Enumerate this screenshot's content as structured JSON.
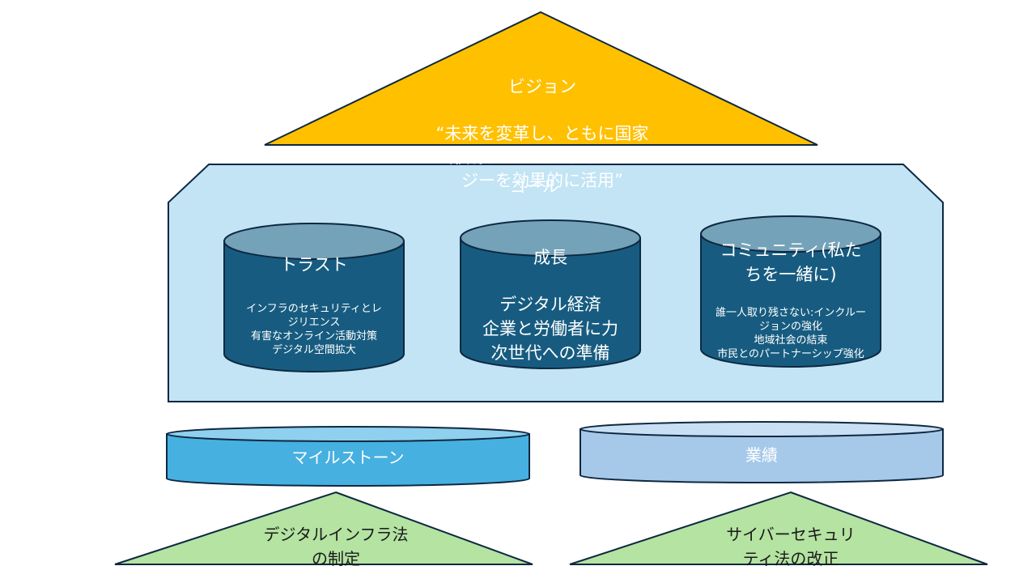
{
  "vision": {
    "title": "ビジョン",
    "statement": "“未来を変革し、ともに国家\nを形成するために、テクノロ\nジーを効果的に活用”"
  },
  "goal": {
    "title": "ゴール",
    "pillars": [
      {
        "title": "トラスト",
        "body": "インフラのセキュリティとレ\nジリエンス\n有害なオンライン活動対策\nデジタル空間拡大"
      },
      {
        "title": "成長",
        "body": "デジタル経済\n企業と労働者に力\n次世代への準備"
      },
      {
        "title": "コミュニティ(私た\nちを一緒に)",
        "body": "誰一人取り残さない:インクルー\nジョンの強化\n地域社会の結束\n市民とのパートナーシップ強化"
      }
    ]
  },
  "bases": [
    {
      "label": "マイルストーン"
    },
    {
      "label": "業績"
    }
  ],
  "laws": [
    {
      "label": "デジタルインフラ法\nの制定"
    },
    {
      "label": "サイバーセキュリ\nティ法の改正"
    }
  ],
  "colors": {
    "vision": "#FFC000",
    "goal_panel": "#C2E4F5",
    "pillar_body": "#175C80",
    "pillar_top": "#74A2B8",
    "milestone": "#46B0E0",
    "milestone_top": "#8FD0EE",
    "performance": "#A6C9EA",
    "performance_top": "#C9DFF4",
    "law": "#B4E3A2",
    "outline": "#0E2841"
  }
}
